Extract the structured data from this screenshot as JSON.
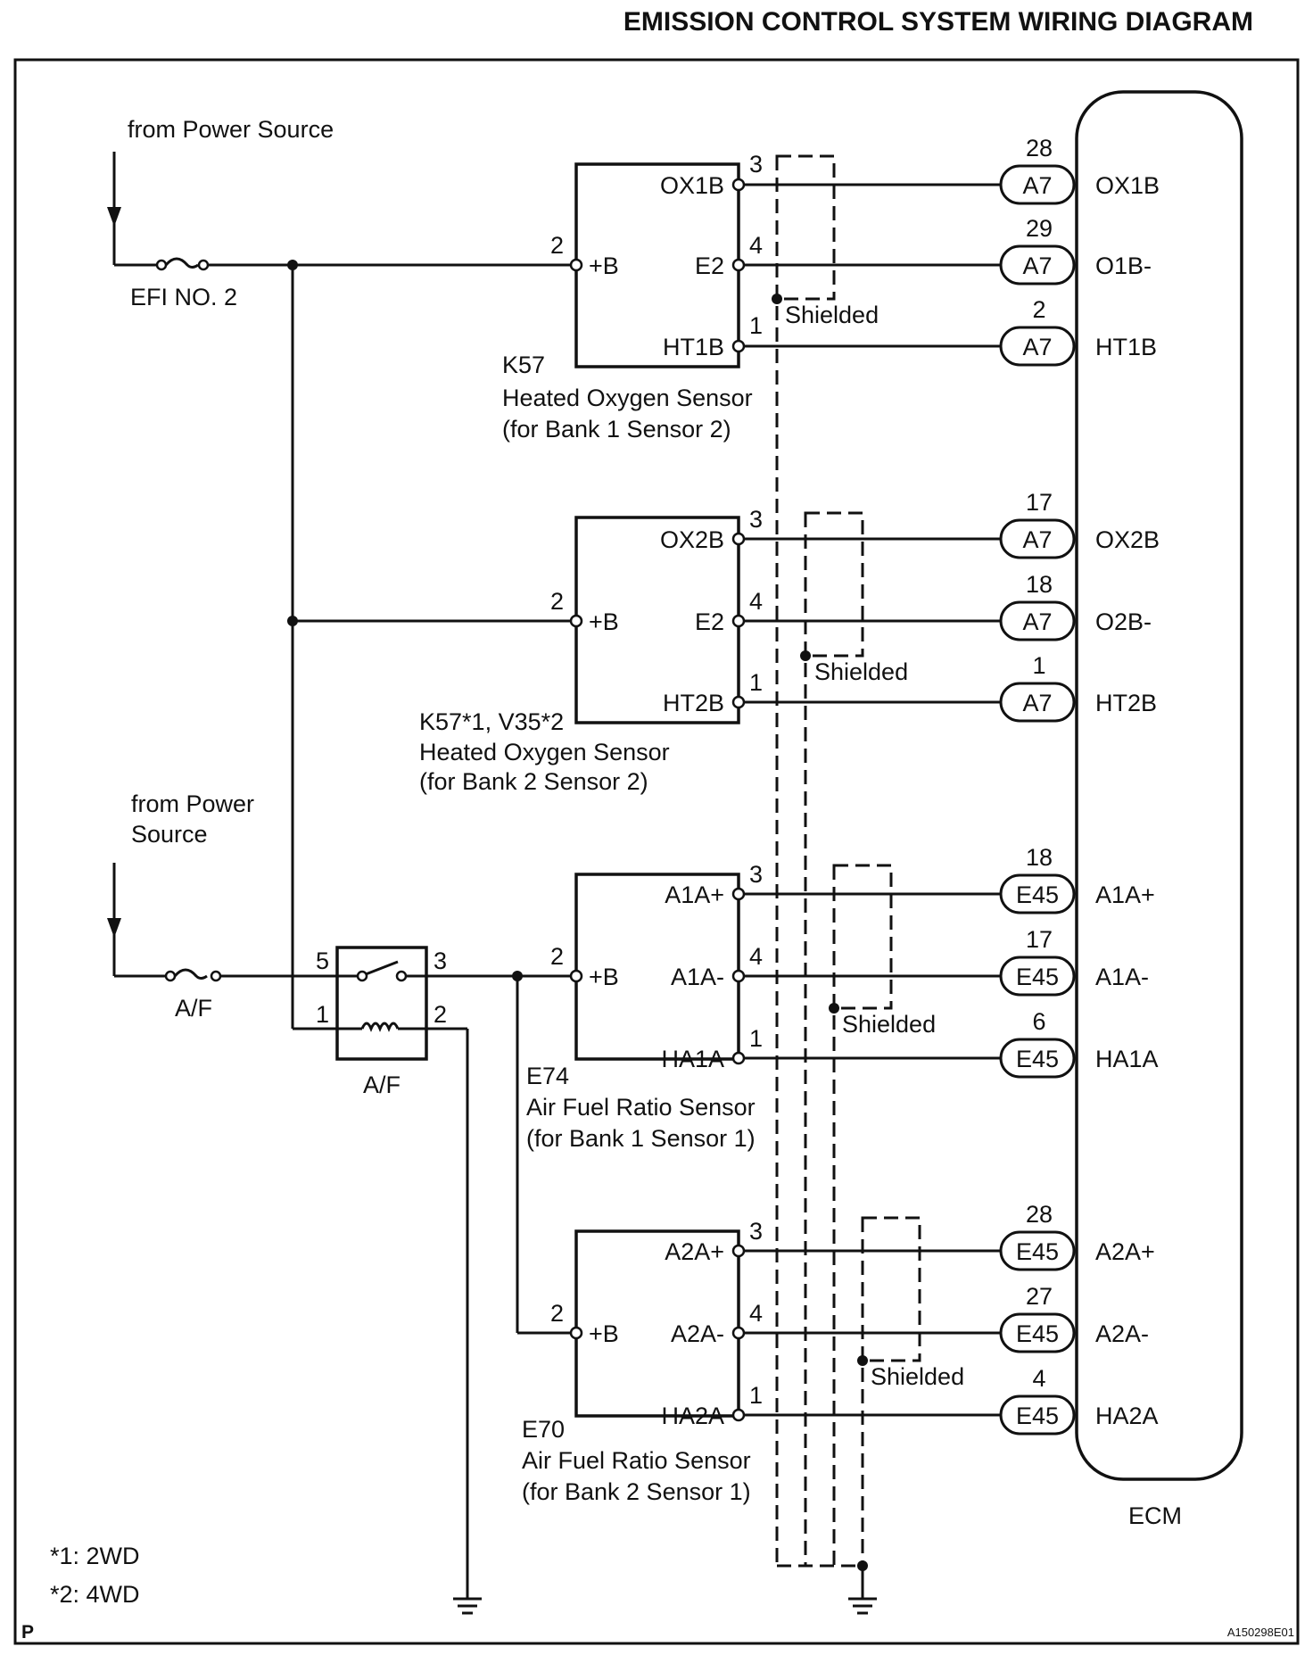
{
  "title": "EMISSION CONTROL SYSTEM WIRING DIAGRAM",
  "power_sources": [
    "from Power Source",
    "from Power",
    "Source"
  ],
  "fuses": {
    "efi": "EFI NO. 2",
    "af": "A/F"
  },
  "relay": {
    "label": "A/F",
    "pins": [
      "5",
      "3",
      "1",
      "2"
    ]
  },
  "sensors": [
    {
      "id": "K57",
      "name": "Heated Oxygen Sensor",
      "note": "(for Bank 1 Sensor 2)",
      "power_pin": "2",
      "power_label": "+B",
      "terminals": [
        {
          "label": "OX1B",
          "pin": "3",
          "connector": "A7",
          "ecm_pin": "28",
          "ecm_label": "OX1B"
        },
        {
          "label": "E2",
          "pin": "4",
          "connector": "A7",
          "ecm_pin": "29",
          "ecm_label": "O1B-"
        },
        {
          "label": "HT1B",
          "pin": "1",
          "connector": "A7",
          "ecm_pin": "2",
          "ecm_label": "HT1B"
        }
      ]
    },
    {
      "id": "K57*1, V35*2",
      "name": "Heated Oxygen Sensor",
      "note": "(for Bank 2 Sensor 2)",
      "power_pin": "2",
      "power_label": "+B",
      "terminals": [
        {
          "label": "OX2B",
          "pin": "3",
          "connector": "A7",
          "ecm_pin": "17",
          "ecm_label": "OX2B"
        },
        {
          "label": "E2",
          "pin": "4",
          "connector": "A7",
          "ecm_pin": "18",
          "ecm_label": "O2B-"
        },
        {
          "label": "HT2B",
          "pin": "1",
          "connector": "A7",
          "ecm_pin": "1",
          "ecm_label": "HT2B"
        }
      ]
    },
    {
      "id": "E74",
      "name": "Air Fuel Ratio Sensor",
      "note": "(for Bank 1 Sensor 1)",
      "power_pin": "2",
      "power_label": "+B",
      "terminals": [
        {
          "label": "A1A+",
          "pin": "3",
          "connector": "E45",
          "ecm_pin": "18",
          "ecm_label": "A1A+"
        },
        {
          "label": "A1A-",
          "pin": "4",
          "connector": "E45",
          "ecm_pin": "17",
          "ecm_label": "A1A-"
        },
        {
          "label": "HA1A",
          "pin": "1",
          "connector": "E45",
          "ecm_pin": "6",
          "ecm_label": "HA1A"
        }
      ]
    },
    {
      "id": "E70",
      "name": "Air Fuel Ratio Sensor",
      "note": "(for Bank 2 Sensor 1)",
      "power_pin": "2",
      "power_label": "+B",
      "terminals": [
        {
          "label": "A2A+",
          "pin": "3",
          "connector": "E45",
          "ecm_pin": "28",
          "ecm_label": "A2A+"
        },
        {
          "label": "A2A-",
          "pin": "4",
          "connector": "E45",
          "ecm_pin": "27",
          "ecm_label": "A2A-"
        },
        {
          "label": "HA2A",
          "pin": "1",
          "connector": "E45",
          "ecm_pin": "4",
          "ecm_label": "HA2A"
        }
      ]
    }
  ],
  "shielded_label": "Shielded",
  "ecm_label": "ECM",
  "footnotes": [
    "*1: 2WD",
    "*2: 4WD"
  ],
  "corner_mark": "P",
  "figure_id": "A150298E01"
}
